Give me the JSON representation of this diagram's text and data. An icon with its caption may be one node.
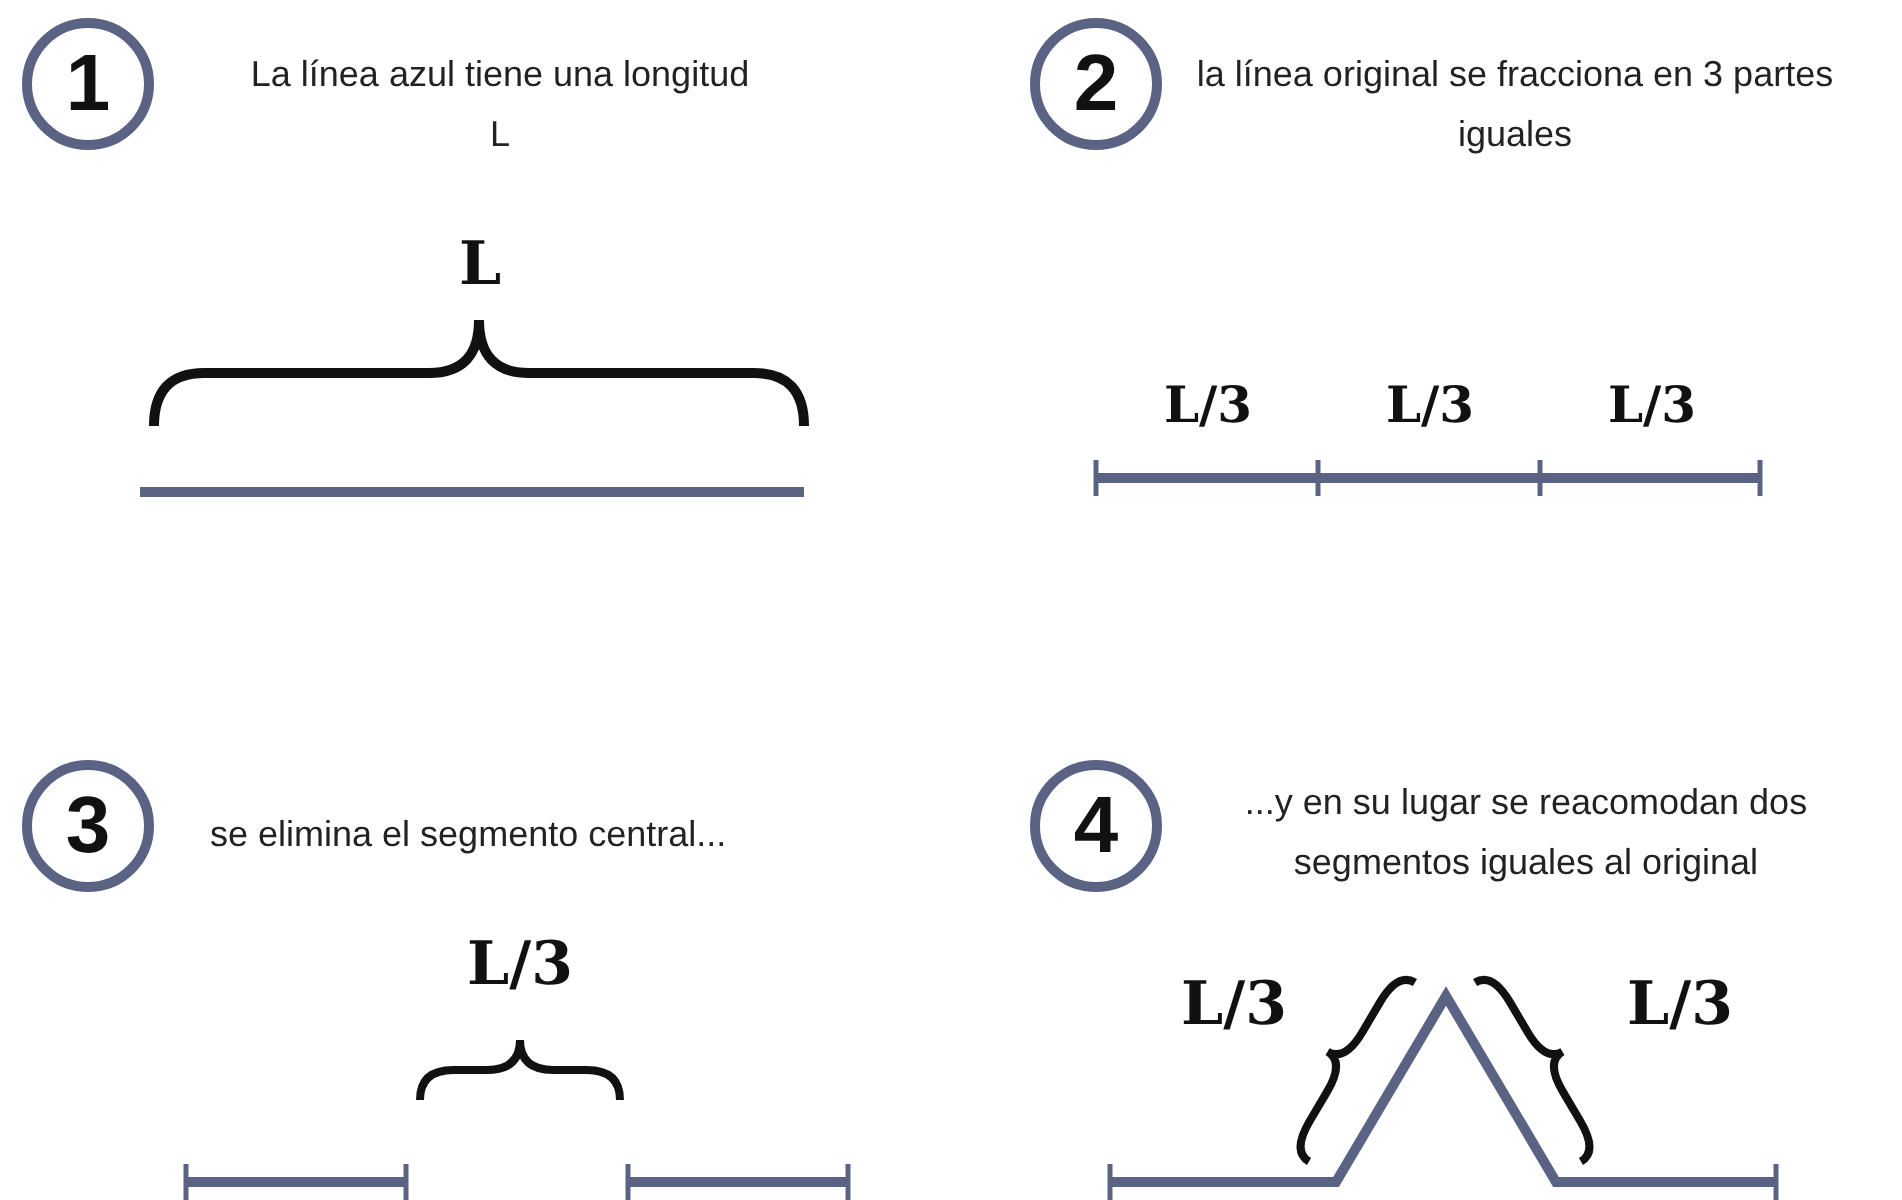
{
  "diagram": {
    "nodes": [
      {
        "text": [
          "1"
        ],
        "beside": [
          "La línea azul tiene una longitud L"
        ]
      },
      {
        "text": [
          "2"
        ],
        "beside": [
          "la línea original se fracciona en 3 partes iguales"
        ]
      },
      {
        "text": [
          "3"
        ],
        "beside": [
          "se elimina el segmento central..."
        ]
      },
      {
        "text": [
          "4"
        ],
        "beside": [
          "...y en su lugar se reacomodan dos segmentos iguales al original"
        ]
      }
    ],
    "labels": [
      "L",
      "L/3",
      "L/3",
      "L/3",
      "L/3",
      "L/3",
      "L/3"
    ]
  }
}
